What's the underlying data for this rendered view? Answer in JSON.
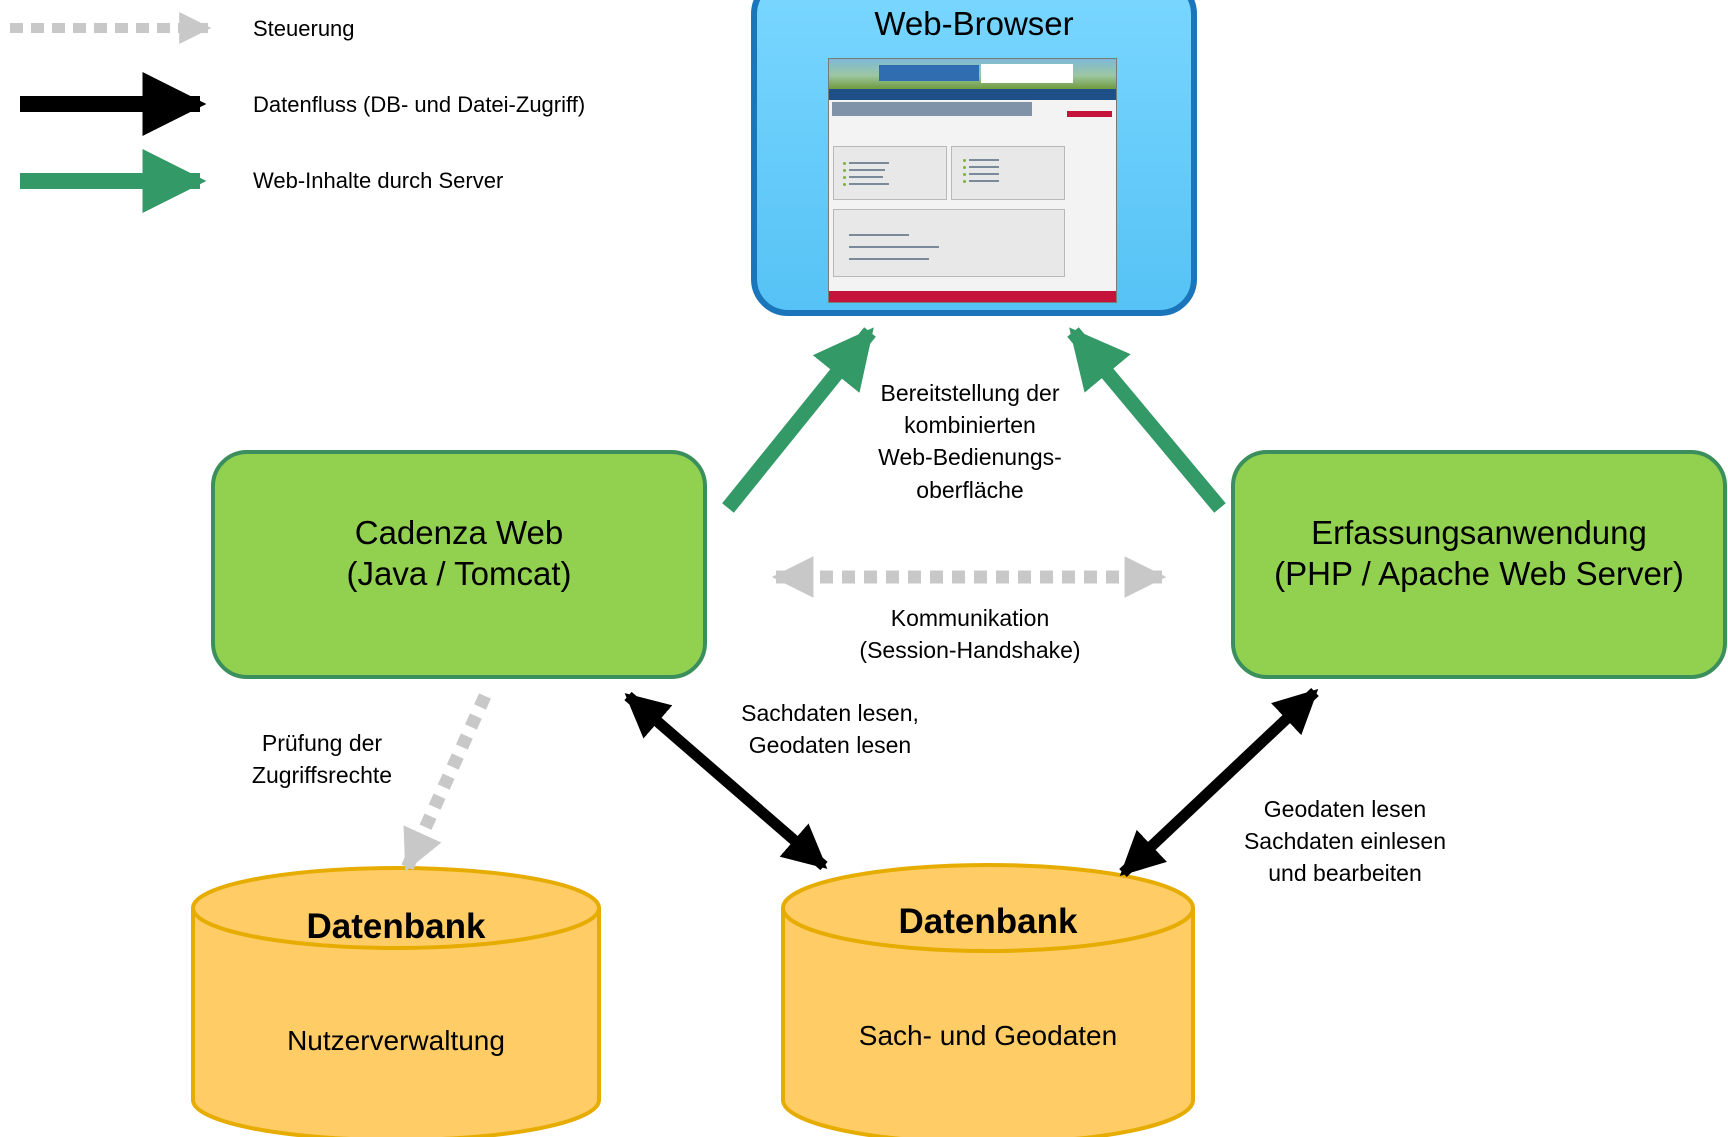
{
  "legend": [
    {
      "label": "Steuerung",
      "style": "dashed-gray"
    },
    {
      "label": "Datenfluss (DB- und Datei-Zugriff)",
      "style": "black"
    },
    {
      "label": "Web-Inhalte durch Server",
      "style": "green"
    }
  ],
  "nodes": {
    "browser": {
      "title": "Web-Browser"
    },
    "cadenza": {
      "line1": "Cadenza Web",
      "line2": "(Java / Tomcat)"
    },
    "erfassung": {
      "line1": "Erfassungsanwendung",
      "line2": "(PHP / Apache Web Server)"
    },
    "db_users": {
      "title": "Datenbank",
      "subtitle": "Nutzerverwaltung"
    },
    "db_data": {
      "title": "Datenbank",
      "subtitle": "Sach- und Geodaten"
    }
  },
  "edges": {
    "web_ui": {
      "line1": "Bereitstellung der",
      "line2": "kombinierten",
      "line3": "Web-Bedienungs-",
      "line4": "oberfläche"
    },
    "communication": {
      "line1": "Kommunikation",
      "line2": "(Session-Handshake)"
    },
    "cadenza_db": {
      "line1": "Sachdaten lesen,",
      "line2": "Geodaten lesen"
    },
    "access_check": {
      "line1": "Prüfung der",
      "line2": "Zugriffsrechte"
    },
    "erfassung_db": {
      "line1": "Geodaten lesen",
      "line2": "Sachdaten einlesen",
      "line3": "und bearbeiten"
    }
  },
  "colors": {
    "green_arrow": "#339966",
    "control_arrow": "#c8c8c8",
    "data_arrow": "#000000",
    "browser_fill": "#66ccff",
    "browser_border": "#1b75bb",
    "server_fill": "#92d050",
    "server_border": "#3a8f5c",
    "db_fill": "#ffcc66",
    "db_border": "#e6ac00"
  }
}
